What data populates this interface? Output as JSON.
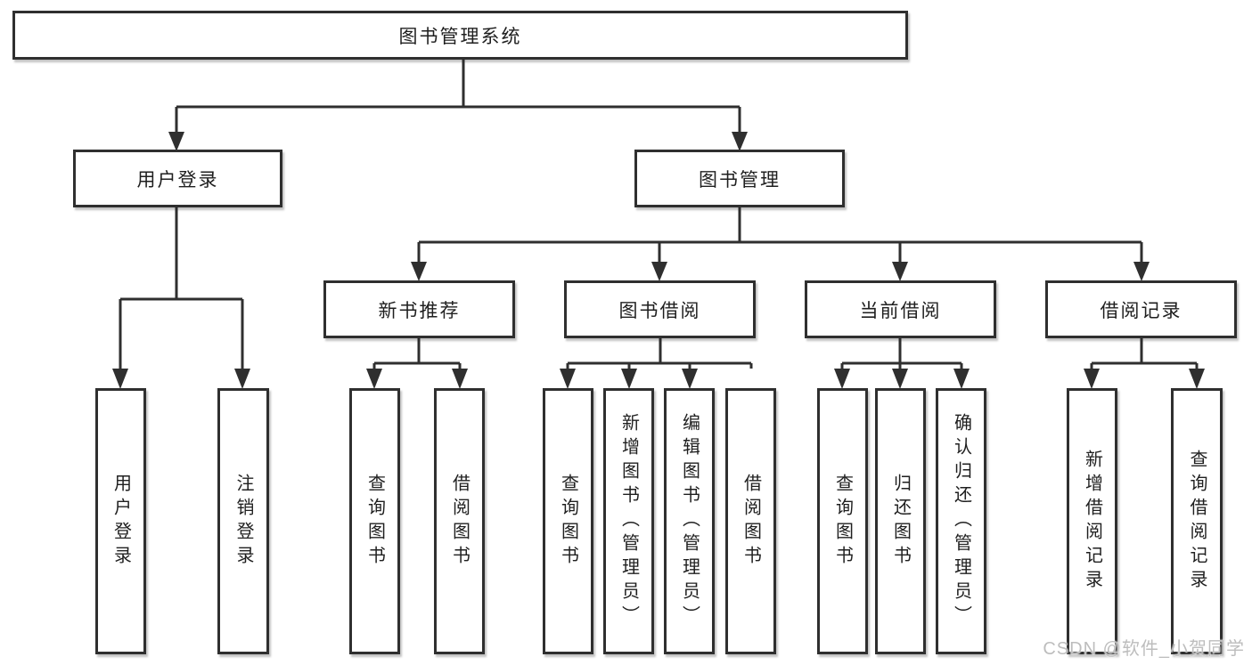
{
  "diagram": {
    "type": "hierarchy-tree",
    "root": {
      "label": "图书管理系统",
      "children": [
        {
          "label": "用户登录",
          "children": [
            {
              "label": "用户登录"
            },
            {
              "label": "注销登录"
            }
          ]
        },
        {
          "label": "图书管理",
          "children": [
            {
              "label": "新书推荐",
              "children": [
                {
                  "label": "查询图书"
                },
                {
                  "label": "借阅图书"
                }
              ]
            },
            {
              "label": "图书借阅",
              "children": [
                {
                  "label": "查询图书"
                },
                {
                  "label": "新增图书（管理员）"
                },
                {
                  "label": "编辑图书（管理员）"
                },
                {
                  "label": "借阅图书"
                }
              ]
            },
            {
              "label": "当前借阅",
              "children": [
                {
                  "label": "查询图书"
                },
                {
                  "label": "归还图书"
                },
                {
                  "label": "确认归还（管理员）"
                }
              ]
            },
            {
              "label": "借阅记录",
              "children": [
                {
                  "label": "新增借阅记录"
                },
                {
                  "label": "查询借阅记录"
                }
              ]
            }
          ]
        }
      ]
    },
    "watermark": "CSDN @软件_小贺同学",
    "colors": {
      "line": "#2f2f2f",
      "box_border": "#2f2f2f",
      "box_background": "#ffffff",
      "text": "#1f1f1f",
      "watermark": "#bdbdbd",
      "background": "#ffffff"
    }
  }
}
